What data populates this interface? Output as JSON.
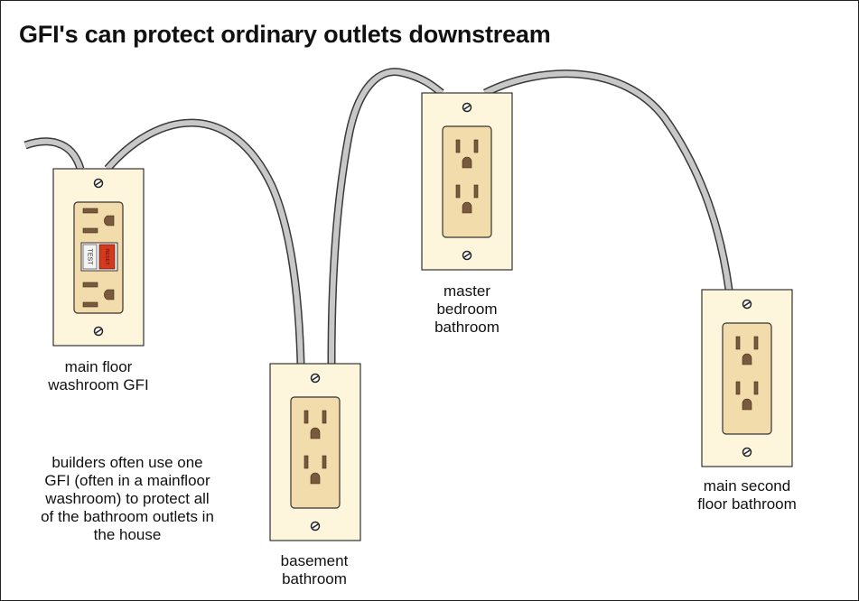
{
  "title": "GFI's can protect ordinary outlets downstream",
  "colors": {
    "cable_fill": "#c8c8c8",
    "cable_outline": "#3a3a3a",
    "cover_plate": "#fdf6dc",
    "receptacle_face": "#f3dcab",
    "slot": "#7a5a3c",
    "gfi_reset_button": "#d23a1f"
  },
  "outlets": [
    {
      "id": "gfi",
      "type": "gfi",
      "label_lines": [
        "main floor",
        "washroom GFI"
      ],
      "test_button_label": "TEST",
      "reset_button_label": "RESET"
    },
    {
      "id": "basement",
      "type": "standard",
      "label_lines": [
        "basement",
        "bathroom"
      ]
    },
    {
      "id": "master",
      "type": "standard",
      "label_lines": [
        "master",
        "bedroom",
        "bathroom"
      ]
    },
    {
      "id": "second",
      "type": "standard",
      "label_lines": [
        "main second",
        "floor bathroom"
      ]
    }
  ],
  "note_lines": [
    "builders often use one",
    "GFI (often in a mainfloor",
    "washroom) to protect all",
    "of the bathroom outlets in",
    "the house"
  ]
}
